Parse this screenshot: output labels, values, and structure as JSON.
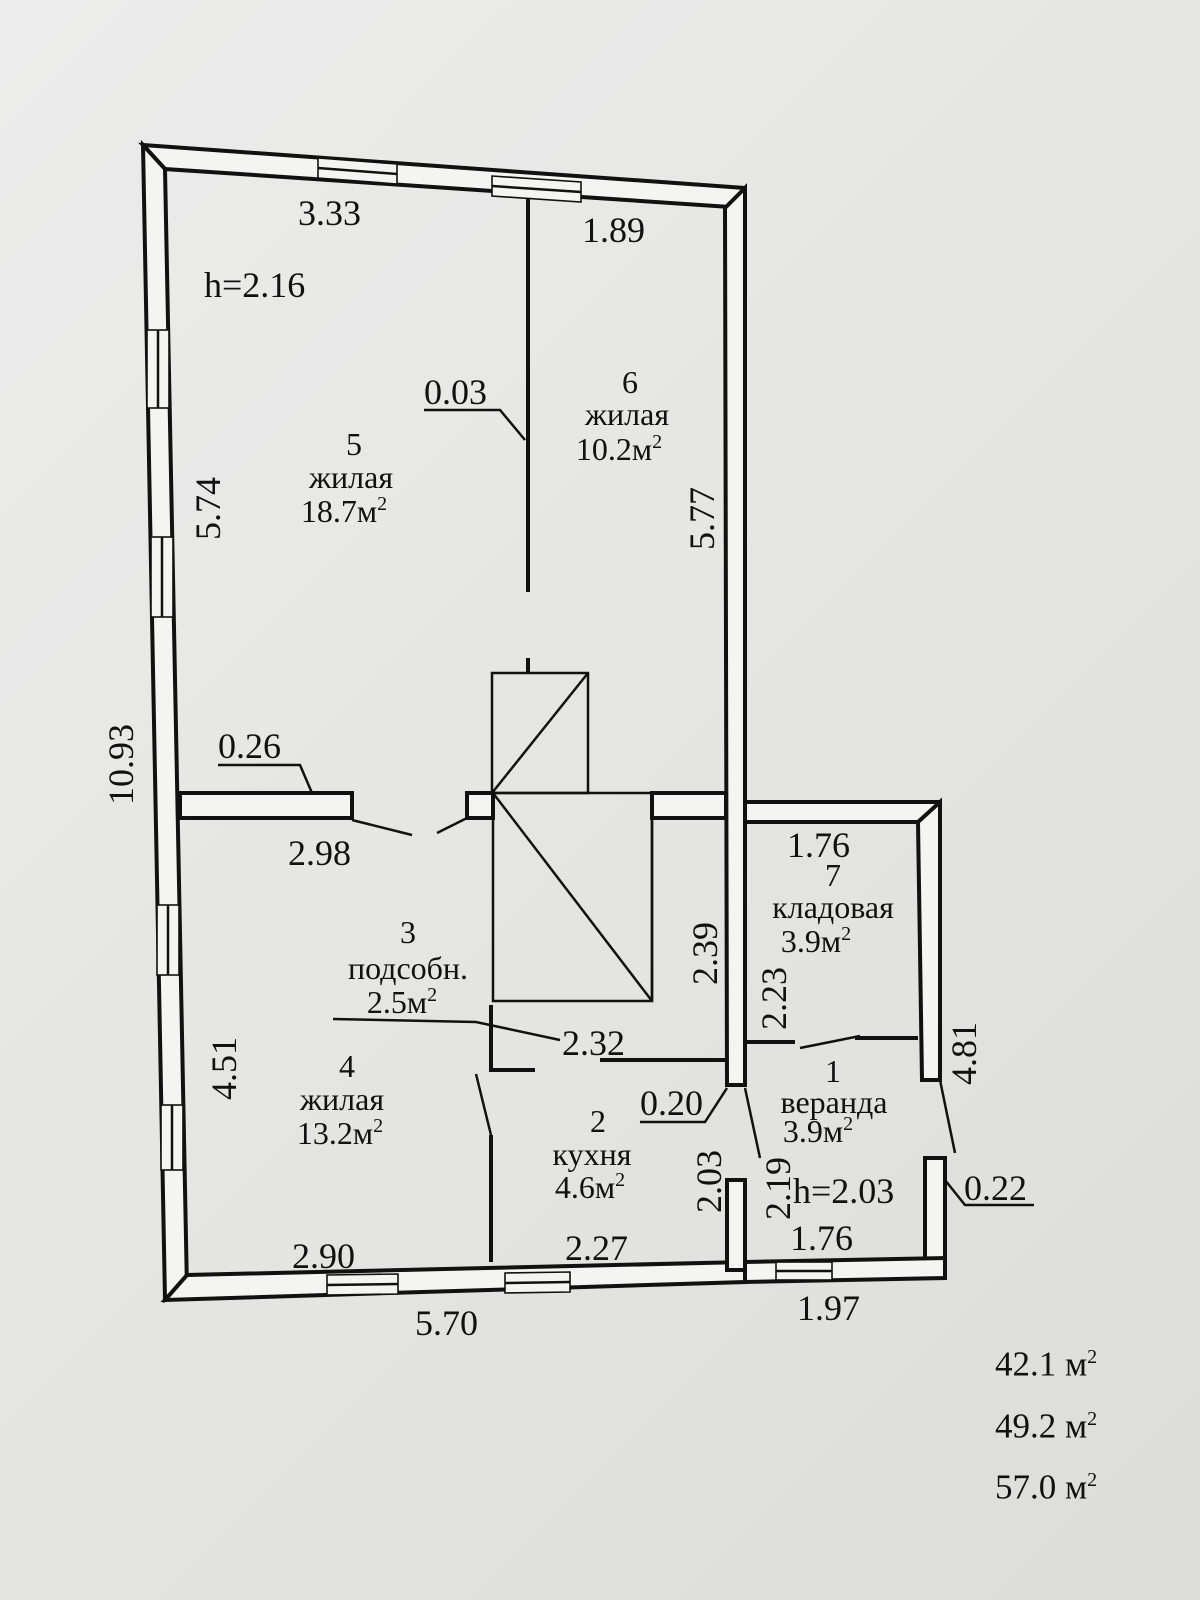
{
  "rooms": [
    {
      "number": "5",
      "type": "жилая",
      "area": "18.7м",
      "unit_sup": "2"
    },
    {
      "number": "6",
      "type": "жилая",
      "area": "10.2м",
      "unit_sup": "2"
    },
    {
      "number": "3",
      "type": "подсобн.",
      "area": "2.5м",
      "unit_sup": "2"
    },
    {
      "number": "4",
      "type": "жилая",
      "area": "13.2м",
      "unit_sup": "2"
    },
    {
      "number": "2",
      "type": "кухня",
      "area": "4.6м",
      "unit_sup": "2"
    },
    {
      "number": "7",
      "type": "кладовая",
      "area": "3.9м",
      "unit_sup": "2"
    },
    {
      "number": "1",
      "type": "веранда",
      "area": "3.9м",
      "unit_sup": "2"
    }
  ],
  "heights": {
    "main": "h=2.16",
    "veranda": "h=2.03"
  },
  "dimensions": {
    "top_left": "3.33",
    "top_right": "1.89",
    "left_upper": "5.74",
    "left_total": "10.93",
    "left_lower": "4.51",
    "partition_thickness": "0.03",
    "middle_wall_thickness": "0.26",
    "room5_right": "5.77",
    "corridor_width": "2.98",
    "stair_height": "2.39",
    "pantry_width": "1.76",
    "pantry_height": "2.23",
    "veranda_height": "4.81",
    "hall_width": "2.32",
    "wall_thickness": "0.20",
    "kitchen_height": "2.03",
    "veranda_door": "2.19",
    "veranda_wall": "0.22",
    "bottom_room4": "2.90",
    "bottom_kitchen": "2.27",
    "bottom_total": "5.70",
    "veranda_inner": "1.76",
    "veranda_outer": "1.97"
  },
  "totals": [
    {
      "value": "42.1",
      "unit": "м",
      "sup": "2"
    },
    {
      "value": "49.2",
      "unit": "м",
      "sup": "2"
    },
    {
      "value": "57.0",
      "unit": "м",
      "sup": "2"
    }
  ]
}
